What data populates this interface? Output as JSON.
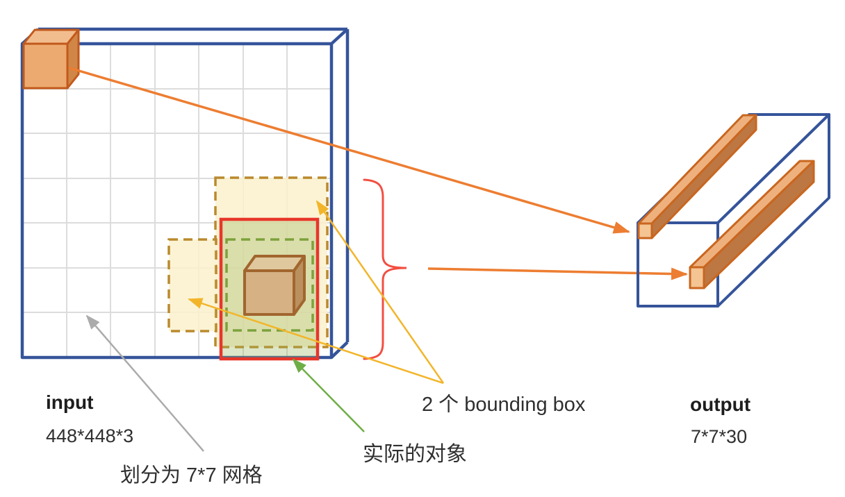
{
  "labels": {
    "input_title": "input",
    "input_dims": "448*448*3",
    "grid_note": "划分为 7*7 网格",
    "bbox_note": "2 个 bounding box",
    "object_note": "实际的对象",
    "output_title": "output",
    "output_dims": "7*7*30"
  },
  "diagram": {
    "input_size": "448*448*3",
    "grid": "7*7",
    "grid_rows": 7,
    "grid_cols": 7,
    "bounding_boxes_per_cell": 2,
    "output_size": "7*7*30"
  },
  "colors": {
    "box_blue": "#35549a",
    "grid_gray": "#dcdcdc",
    "cube_orange": "#ecaa71",
    "cube_stroke": "#c2591c",
    "bbox_fill_yellow": "#faf1cc",
    "bbox_dash_gold": "#ba8a2e",
    "ground_truth_red": "#e8362a",
    "object_green_dash": "#7da23c",
    "arrow_orange": "#ed7d31",
    "arrow_yellow": "#f2b52a",
    "arrow_green": "#6fae47",
    "arrow_gray": "#ababab",
    "brace_red": "#f24f41",
    "text_dark": "#2f2f2f"
  }
}
